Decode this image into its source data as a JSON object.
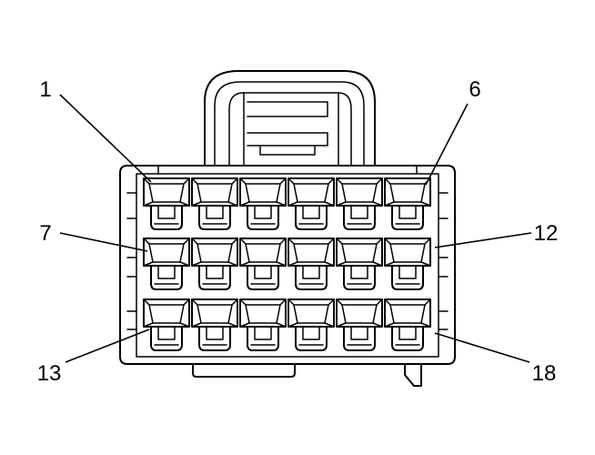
{
  "connector": {
    "rows": 3,
    "cols": 6,
    "callouts": [
      {
        "id": "pin-1",
        "label": "1"
      },
      {
        "id": "pin-6",
        "label": "6"
      },
      {
        "id": "pin-7",
        "label": "7"
      },
      {
        "id": "pin-12",
        "label": "12"
      },
      {
        "id": "pin-13",
        "label": "13"
      },
      {
        "id": "pin-18",
        "label": "18"
      }
    ]
  }
}
